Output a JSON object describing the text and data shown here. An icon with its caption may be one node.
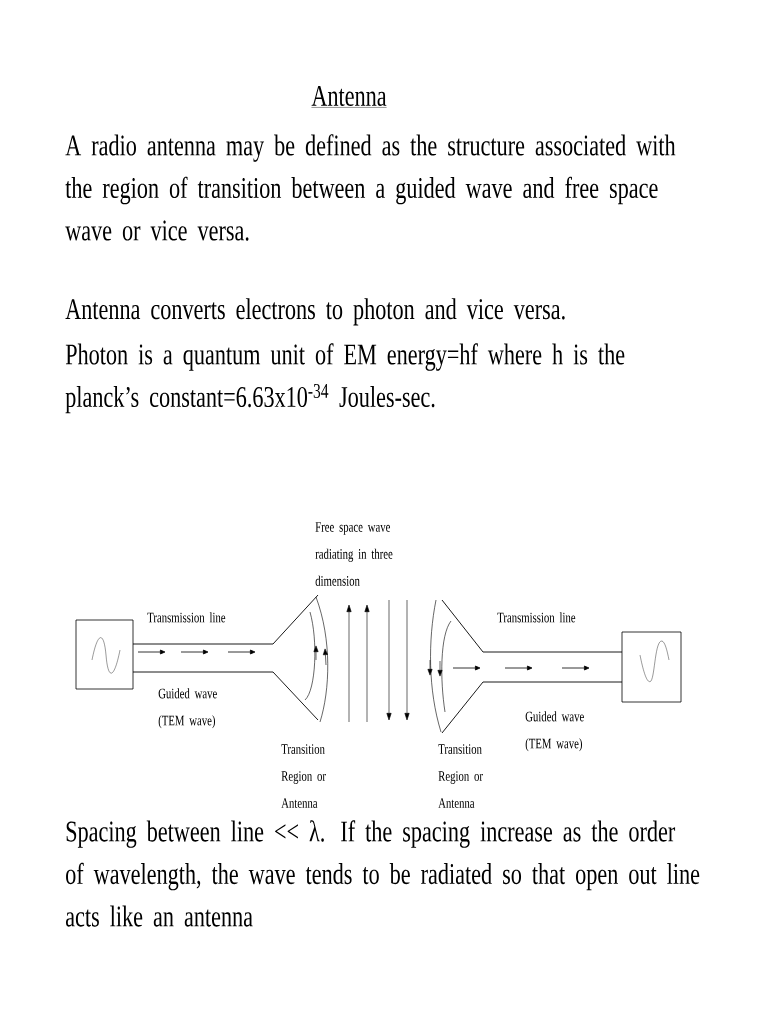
{
  "diagram": {
    "title": "Antenna",
    "labels": [
      "A radio antenna may be defined as the structure associated with the region of transition between a guided wave and free space wave or vice versa.",
      "Antenna converts electrons to photon and vice versa.",
      "Photon is a quantum unit of EM energy=hf where h is the planck’s constant=6.63x10$^{-34}$ Joules-sec.",
      "Free space wave radiating in three dimension",
      "Transmission line",
      "Transmission line",
      "Guided wave (TEM wave)",
      "Guided wave (TEM wave)",
      "Transition Region or Antenna",
      "Transition Region or Antenna",
      "Spacing between line << λ. If the spacing increase as the order of wavelength, the wave tends to be radiated so that open out line acts like an antenna"
    ]
  }
}
